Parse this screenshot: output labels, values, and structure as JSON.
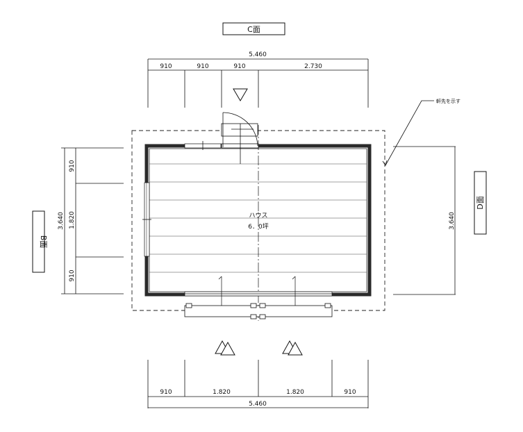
{
  "faces": {
    "top": "C面",
    "left": "B面",
    "right": "D面"
  },
  "top_dims": {
    "total": "5.460",
    "segments": [
      "910",
      "910",
      "910",
      "2.730"
    ]
  },
  "bottom_dims": {
    "total": "5.460",
    "segments": [
      "910",
      "1.820",
      "1.820",
      "910"
    ]
  },
  "left_dims": {
    "total": "3.640",
    "segments": [
      "910",
      "1.820",
      "910"
    ]
  },
  "right_dims": {
    "total": "3.640"
  },
  "room": {
    "name": "ハウス",
    "area": "6．0坪"
  },
  "note": "軒先を示す",
  "colors": {
    "line": "#111111",
    "wall": "#2a2a2a",
    "dash": "#222222"
  }
}
